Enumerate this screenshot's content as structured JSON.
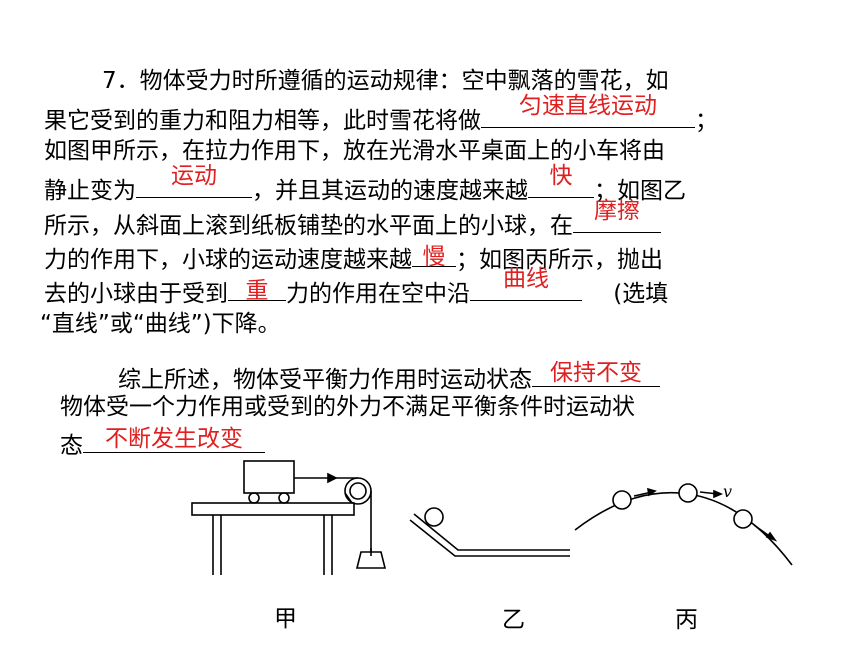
{
  "question": {
    "l1": "7．物体受力时所遵循的运动规律：空中飘落的雪花，如",
    "l2a": "果它受到的重力和阻力相等，此时雪花将做",
    "l2b": "；",
    "l3": "如图甲所示，在拉力作用下，放在光滑水平桌面上的小车将由",
    "l4a": "静止变为",
    "l4b": "，并且其运动的速度越来越",
    "l4c": "；如图乙",
    "l5a": "所示，从斜面上滚到纸板铺垫的水平面上的小球，在",
    "l6a": "力的作用下，小球的运动速度越来越",
    "l6b": "；如图丙所示，抛出",
    "l7a": "去的小球由于受到",
    "l7b": "力的作用在空中沿",
    "l7c": " (选填",
    "l8": "“直线”或“曲线”)下降。"
  },
  "summary": {
    "l1": "综上所述，物体受平衡力作用时运动状态",
    "l2": "物体受一个力作用或受到的外力不满足平衡条件时运动状",
    "l3": "态"
  },
  "answers": {
    "a1": "匀速直线运动",
    "a2": "运动",
    "a3": "快",
    "a4": "摩擦",
    "a5": "慢",
    "a6": "重",
    "a7": "曲线",
    "a8": "保持不变",
    "a9": "不断发生改变"
  },
  "figures": {
    "jia": "甲",
    "yi": "乙",
    "bing": "丙",
    "velocity": "v"
  },
  "colors": {
    "answer": "#e02020",
    "text": "#000000"
  }
}
